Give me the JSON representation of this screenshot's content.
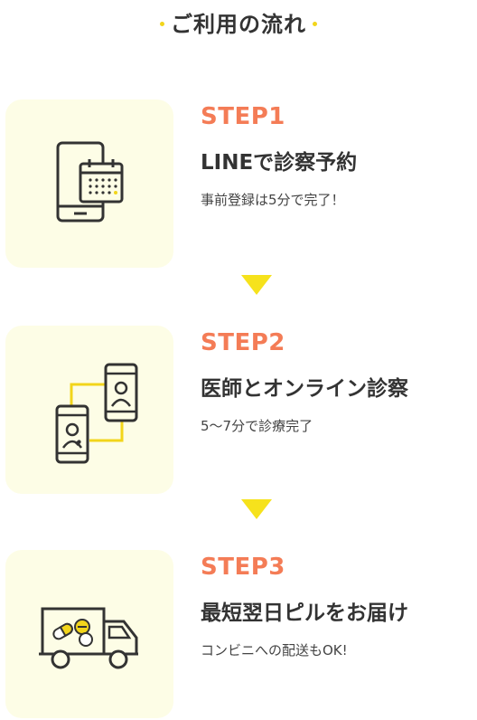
{
  "header": {
    "title": "ご利用の流れ"
  },
  "steps": [
    {
      "label": "STEP1",
      "title": "LINEで診察予約",
      "description": "事前登録は5分で完了！",
      "icon": "phone-calendar-icon"
    },
    {
      "label": "STEP2",
      "title": "医師とオンライン診察",
      "description": "5〜7分で診療完了",
      "icon": "video-consultation-icon"
    },
    {
      "label": "STEP3",
      "title": "最短翌日ピルをお届け",
      "description": "コンビニへの配送もOK!",
      "icon": "delivery-truck-icon"
    }
  ],
  "colors": {
    "accent": "#f47c56",
    "arrow": "#f6e21c",
    "icon_bg": "#fdfde6",
    "text": "#333333"
  }
}
